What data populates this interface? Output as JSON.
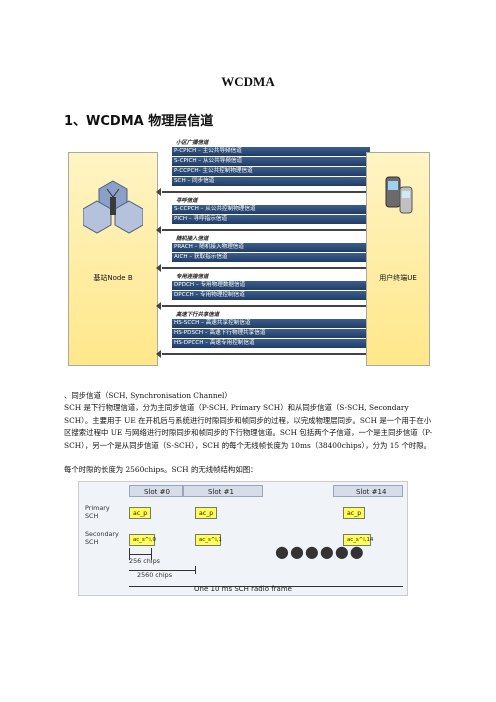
{
  "document": {
    "title": "WCDMA",
    "section_heading": "1、WCDMA 物理层信道"
  },
  "diagram": {
    "node_b": "基站Node B",
    "ue": "用户终端UE",
    "groups": [
      {
        "title": "小区广播信道",
        "channels": [
          "P-CPICH – 主公共导频信道",
          "S-CPICH – 从公共导频信道",
          "P-CCPCH- 主公共控制物理信道",
          "SCH – 同步信道"
        ]
      },
      {
        "title": "寻呼信道",
        "channels": [
          "S-CCPCH – 从公共控制物理信道",
          "PICH – 寻呼指示信道"
        ]
      },
      {
        "title": "随机接入信道",
        "channels": [
          "PRACH – 随机接入物理信道",
          "AICH – 获取指示信道"
        ]
      },
      {
        "title": "专用连接信道",
        "channels": [
          "DPDCH – 专用物理数据信道",
          "DPCCH – 专用物理控制信道"
        ]
      },
      {
        "title": "高速下行共享信道",
        "channels": [
          "HS-SCCH – 高速共享控制信道",
          "HS-PDSCH – 高速下行物理共享信道",
          "HS-DPCCH – 高速专用控制信道"
        ]
      }
    ]
  },
  "body": {
    "sch_heading": "、同步信道（SCH, Synchronisation Channel）",
    "para1": "SCH 是下行物理信道，分为主同步信道（P-SCH, Primary SCH）和从同步信道（S-SCH, Secondary SCH）。主要用于 UE 在开机后与系统进行时隙同步和帧同步的过程，以完成物理层同步。SCH 是一个用于在小区搜索过程中 UE 与网络进行时隙同步和帧同步的下行物理信道。SCH 包括两个子信道，一个是主同步信道（P-SCH），另一个是从同步信道（S-SCH），SCH 的每个无线帧长度为 10ms（38400chips），分为 15 个时隙。",
    "para2": "每个时隙的长度为 2560chips。SCH 的无线帧结构如图："
  },
  "frame": {
    "slot0": "Slot #0",
    "slot1": "Slot #1",
    "slot14": "Slot #14",
    "primary_label": "Primary SCH",
    "secondary_label": "Secondary SCH",
    "p_code": "ac_p",
    "s_code_0": "ac_s^i,0",
    "s_code_1": "ac_s^i,1",
    "s_code_14": "ac_s^i,14",
    "chips_256": "256 chips",
    "chips_2560": "2560 chips",
    "radio_frame": "One 10 ms SCH radio frame",
    "dots": "●●●●●●"
  },
  "colors": {
    "channel_bar": "#1f3d66",
    "node_fill": "#ffe78a",
    "code_fill": "#ffff55"
  }
}
